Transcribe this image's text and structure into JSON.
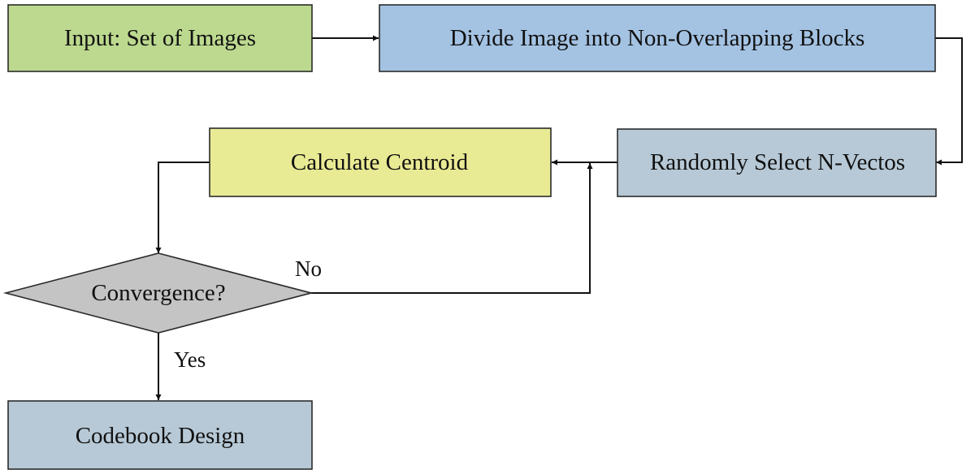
{
  "nodes": {
    "input": {
      "label": "Input: Set of Images",
      "fill": "#bcd98f"
    },
    "divide": {
      "label": "Divide Image into Non-Overlapping Blocks",
      "fill": "#a4c3e3"
    },
    "select": {
      "label": "Randomly Select N-Vectos",
      "fill": "#b7c9d6"
    },
    "centroid": {
      "label": "Calculate Centroid",
      "fill": "#e9ea94"
    },
    "convergence": {
      "label": "Convergence?",
      "fill": "#c4c4c4"
    },
    "codebook": {
      "label": "Codebook Design",
      "fill": "#b7c9d6"
    }
  },
  "edges": {
    "no_label": "No",
    "yes_label": "Yes"
  }
}
